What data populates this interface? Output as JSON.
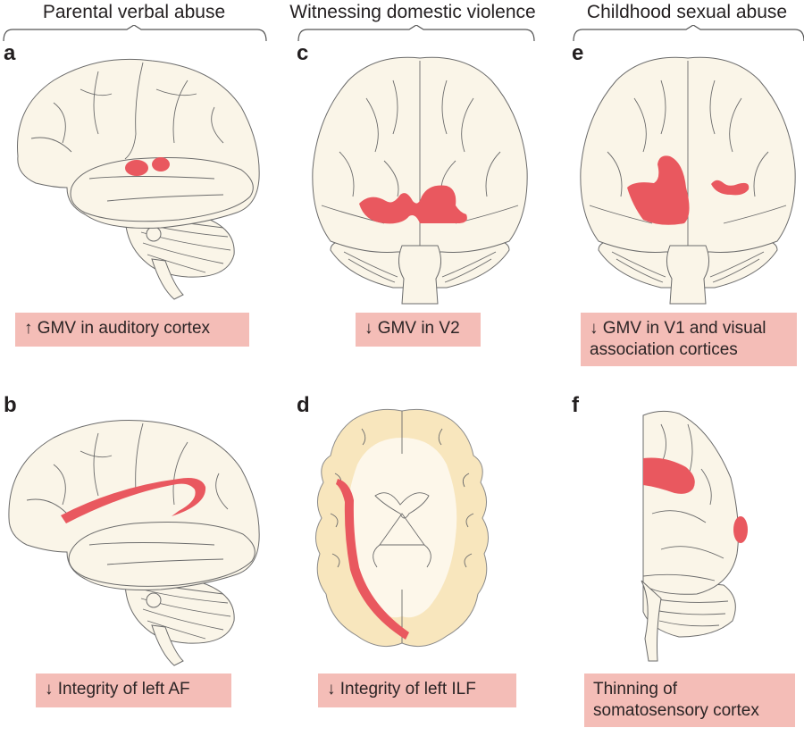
{
  "groups": [
    {
      "title": "Parental verbal abuse"
    },
    {
      "title": "Witnessing domestic violence"
    },
    {
      "title": "Childhood sexual abuse"
    }
  ],
  "panels": {
    "a": {
      "letter": "a",
      "view": "lateral",
      "caption": "↑ GMV in auditory cortex"
    },
    "b": {
      "letter": "b",
      "view": "lateral",
      "caption": "↓ Integrity of left AF"
    },
    "c": {
      "letter": "c",
      "view": "posterior",
      "caption": "↓ GMV in V2"
    },
    "d": {
      "letter": "d",
      "view": "axial",
      "caption": "↓ Integrity of left ILF"
    },
    "e": {
      "letter": "e",
      "view": "posterior",
      "caption_line1": "↓ GMV in V1 and visual",
      "caption_line2": "association cortices"
    },
    "f": {
      "letter": "f",
      "view": "medial-half",
      "caption_line1": "Thinning of",
      "caption_line2": "somatosensory cortex"
    }
  },
  "colors": {
    "highlight": "#e9585f",
    "caption_bg": "#f4bdb7",
    "brain_fill": "#faf5e8",
    "white_matter": "#f8e6bd"
  }
}
